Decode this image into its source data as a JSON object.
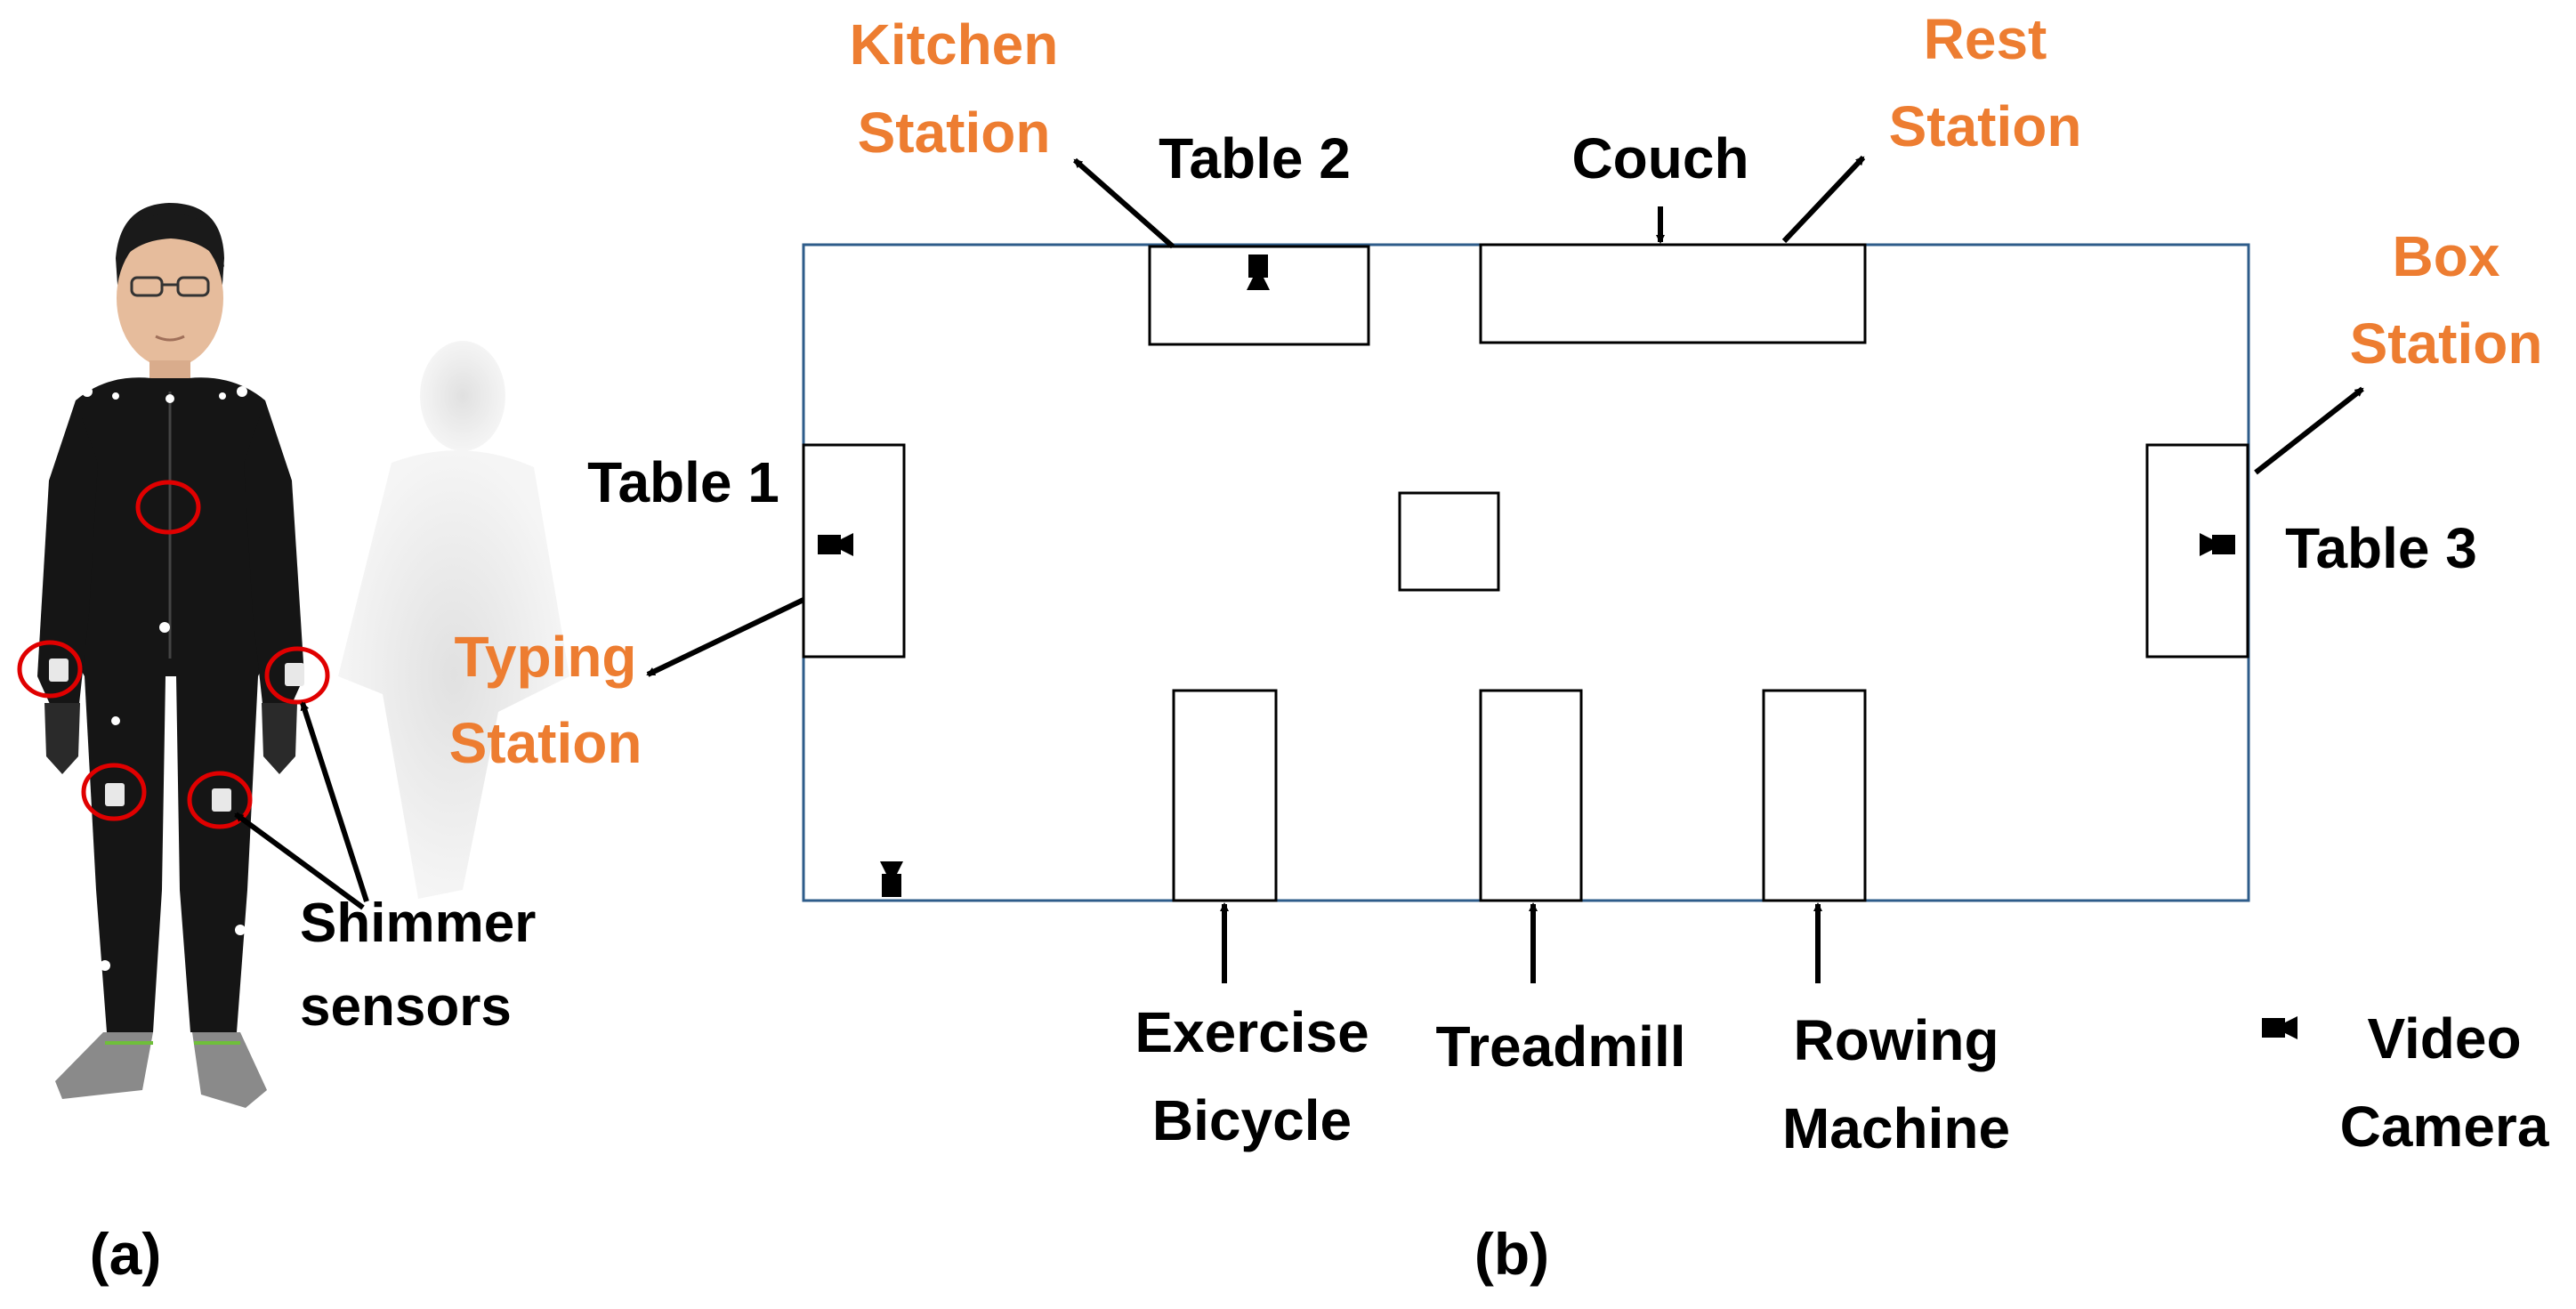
{
  "colors": {
    "station_label": "#ED7D31",
    "object_label": "#000000",
    "room_border": "#2E5C8A",
    "sensor_circle": "#E00000"
  },
  "panel_a": {
    "caption": "(a)",
    "sensors_label_line1": "Shimmer",
    "sensors_label_line2": "sensors"
  },
  "panel_b": {
    "caption": "(b)",
    "stations": {
      "kitchen": [
        "Kitchen",
        "Station"
      ],
      "rest": [
        "Rest",
        "Station"
      ],
      "box": [
        "Box",
        "Station"
      ],
      "typing": [
        "Typing",
        "Station"
      ]
    },
    "objects": {
      "table1": "Table 1",
      "table2": "Table 2",
      "table3": "Table 3",
      "couch": "Couch",
      "bicycle": [
        "Exercise",
        "Bicycle"
      ],
      "treadmill": "Treadmill",
      "rowing": [
        "Rowing",
        "Machine"
      ]
    },
    "legend": {
      "icon": "video-camera-icon",
      "line1": "Video",
      "line2": "Camera"
    }
  }
}
